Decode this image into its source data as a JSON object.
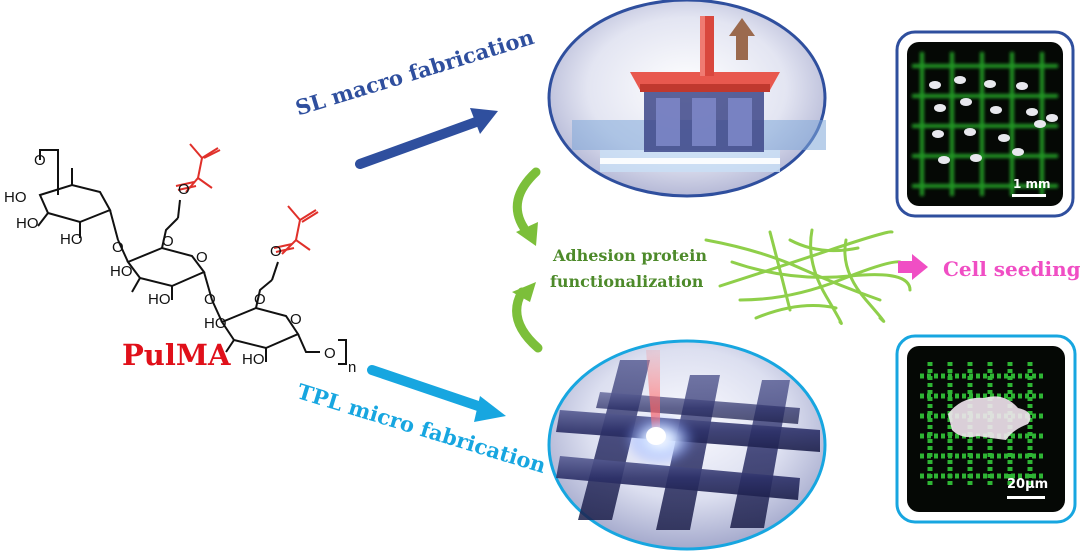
{
  "molecule": {
    "name": "PulMA",
    "atoms": {
      "ho": "HO",
      "o": "O",
      "n": "n"
    }
  },
  "routes": {
    "sl": "SL macro fabrication",
    "tpl": "TPL micro fabrication"
  },
  "functionalization": {
    "line1": "Adhesion protein",
    "line2": "functionalization"
  },
  "seeding": "Cell seeding",
  "micrographs": {
    "scale_top": "1 mm",
    "scale_bottom": "20μm"
  },
  "colors": {
    "molecule_name": "#e0101a",
    "sl_route": "#2f4f9e",
    "tpl_route": "#17a6e0",
    "functionalization": "#4d8a2a",
    "seeding": "#f04ec4",
    "methacrylate": "#e0302a"
  }
}
